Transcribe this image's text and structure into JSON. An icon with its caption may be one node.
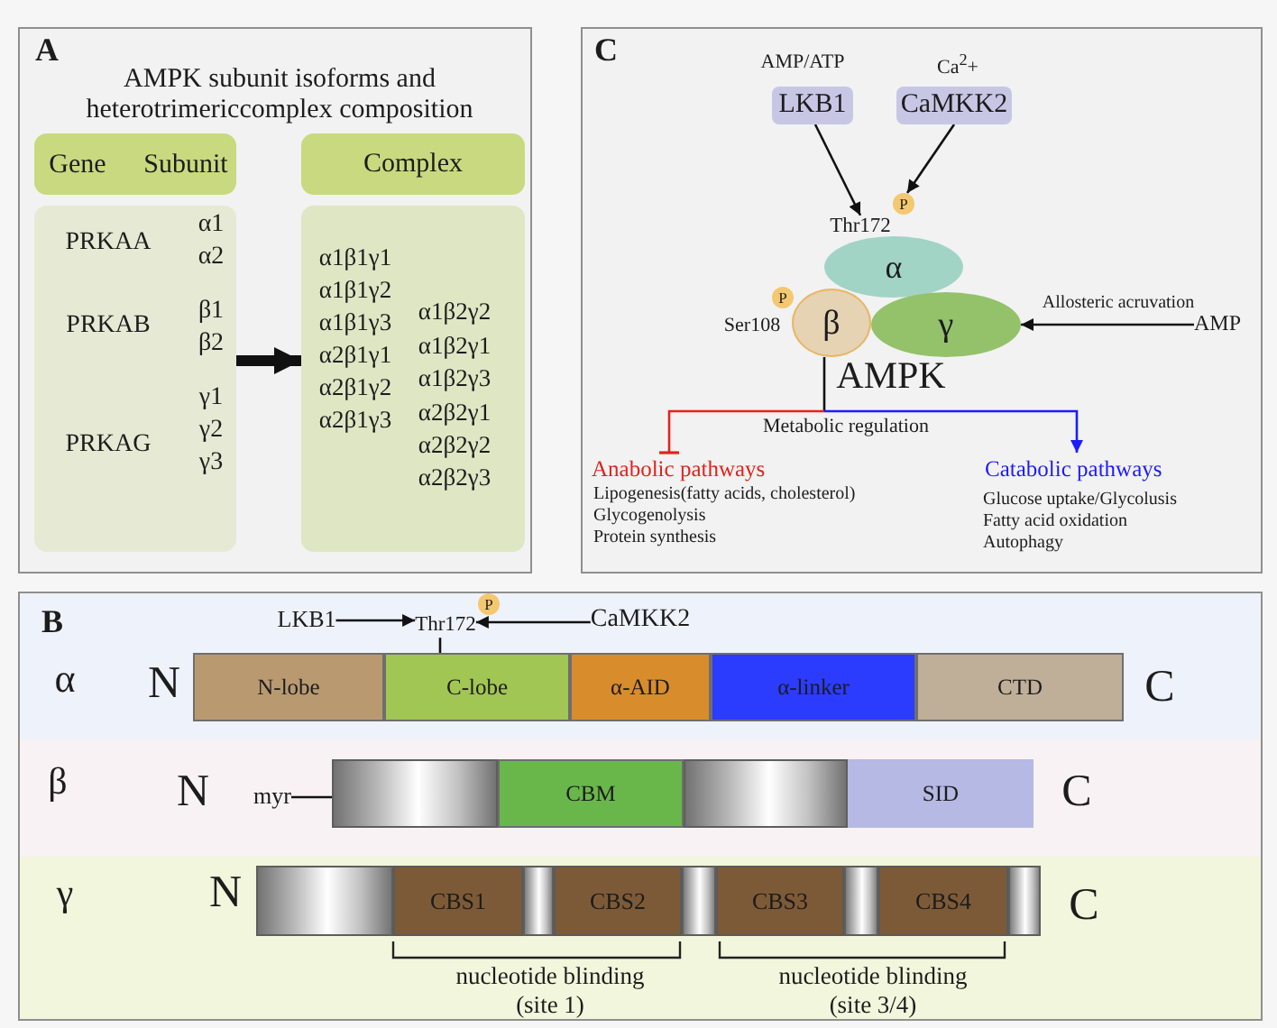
{
  "diagram": {
    "nodes": [
      {
        "text": [
          "A",
          "AMPK subunit isoforms and heterotrimericcomplex composition"
        ]
      },
      {
        "text": [
          "Gene",
          "Subunit"
        ],
        "in": 0
      },
      {
        "text": [
          "PRKAA",
          "α1",
          "α2",
          "PRKAB",
          "β1",
          "β2",
          "PRKAG",
          "γ1",
          "γ2",
          "γ3"
        ],
        "in": 0
      },
      {
        "text": [
          "Complex"
        ],
        "in": 0
      },
      {
        "text": [
          "α1β1γ1",
          "α1β1γ2",
          "α1β1γ3",
          "α2β1γ1",
          "α2β1γ2",
          "α2β1γ3",
          "α1β2γ2",
          "α1β2γ1",
          "α1β2γ3",
          "α2β2γ1",
          "α2β2γ2",
          "α2β2γ3"
        ],
        "in": 0
      },
      {
        "text": [
          "C"
        ]
      },
      {
        "text": [
          "LKB1"
        ],
        "in": 5,
        "beside": [
          "AMP/ATP"
        ]
      },
      {
        "text": [
          "CaMKK2"
        ],
        "in": 5,
        "beside": [
          "Ca$^{2}$+"
        ]
      },
      {
        "text": [
          "P"
        ],
        "in": 5
      },
      {
        "text": [
          "Thr172"
        ],
        "in": 5
      },
      {
        "text": [
          "α"
        ],
        "in": 5
      },
      {
        "text": [
          "P"
        ],
        "in": 5
      },
      {
        "text": [
          "β"
        ],
        "in": 5,
        "beside": [
          "Ser108"
        ]
      },
      {
        "text": [
          "γ"
        ],
        "in": 5
      },
      {
        "text": [
          "AMP"
        ],
        "in": 5
      },
      {
        "text": [
          "Anabolic pathways",
          "Lipogenesis(fatty acids, cholesterol)",
          "Glycogenolysis",
          "Protein synthesis"
        ],
        "in": 5
      },
      {
        "text": [
          "Catabolic pathways",
          "Glucose uptake/Glycolusis",
          "Fatty acid oxidation",
          "Autophagy"
        ],
        "in": 5
      },
      {
        "text": [],
        "shape": "box"
      },
      {
        "text": [
          "B",
          "α",
          "N",
          "C"
        ],
        "in": 17
      },
      {
        "text": [
          "LKB1"
        ],
        "in": 18
      },
      {
        "text": [
          "P"
        ],
        "in": 18
      },
      {
        "text": [
          "Thr172"
        ],
        "in": 18
      },
      {
        "text": [
          "CaMKK2"
        ],
        "in": 18
      },
      {
        "text": [
          "N-lobe"
        ],
        "in": 18
      },
      {
        "text": [
          "C-lobe"
        ],
        "in": 18
      },
      {
        "text": [
          "α-AID"
        ],
        "in": 18
      },
      {
        "text": [
          "α-linker"
        ],
        "in": 18
      },
      {
        "text": [
          "CTD"
        ],
        "in": 18
      },
      {
        "text": [
          "β",
          "N",
          "C"
        ],
        "in": 17
      },
      {
        "text": [
          "myr"
        ],
        "in": 28
      },
      {
        "text": [],
        "shape": "cylinder",
        "in": 28
      },
      {
        "text": [
          "CBM"
        ],
        "in": 28
      },
      {
        "text": [],
        "shape": "cylinder",
        "in": 28
      },
      {
        "text": [
          "SID"
        ],
        "in": 28
      },
      {
        "text": [
          "γ",
          "N",
          "C"
        ],
        "in": 17
      },
      {
        "text": [],
        "shape": "cylinder",
        "in": 34
      },
      {
        "text": [
          "CBS1"
        ],
        "in": 34
      },
      {
        "text": [],
        "shape": "cylinder",
        "in": 34
      },
      {
        "text": [
          "CBS2"
        ],
        "in": 34
      },
      {
        "text": [],
        "shape": "cylinder",
        "in": 34
      },
      {
        "text": [
          "CBS3"
        ],
        "in": 34
      },
      {
        "text": [],
        "shape": "cylinder",
        "in": 34
      },
      {
        "text": [
          "CBS4"
        ],
        "in": 34
      },
      {
        "text": [],
        "shape": "cylinder",
        "in": 34
      }
    ],
    "edges": [
      {
        "from": 2,
        "to": 4,
        "arrow": "to",
        "style": "thick"
      },
      {
        "from": 6,
        "to": 9,
        "arrow": "to"
      },
      {
        "from": 7,
        "to": 8,
        "arrow": "to"
      },
      {
        "from": 14,
        "to": 13,
        "arrow": "to",
        "label": "Allosteric acruvation"
      },
      {
        "from": 12,
        "to": 15,
        "arrow": "other",
        "color": "#e3231b"
      },
      {
        "from": 12,
        "to": 16,
        "arrow": "to",
        "color": "#1c1cff"
      },
      {
        "from": 19,
        "to": 21,
        "arrow": "to"
      },
      {
        "from": 22,
        "to": 21,
        "arrow": "to"
      },
      {
        "from": 21,
        "to": 24,
        "arrow": "none"
      },
      {
        "from": 29,
        "to": 30,
        "arrow": "none"
      }
    ],
    "labels": [
      "AMPK",
      "Metabolic regulation",
      "nucleotide blinding (site 1)",
      "nucleotide blinding (site 3/4)"
    ]
  }
}
